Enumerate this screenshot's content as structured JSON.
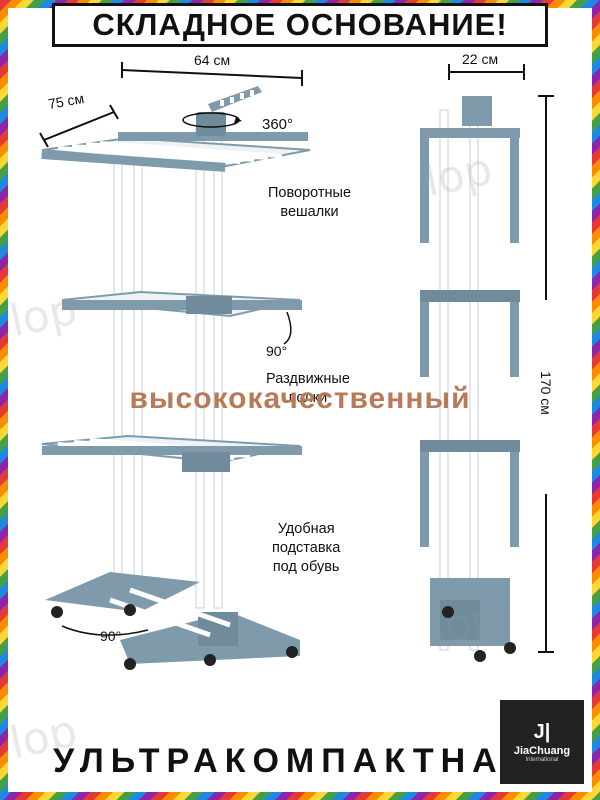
{
  "title": "СКЛАДНОЕ ОСНОВАНИЕ!",
  "bottom_text": "УЛЬТРАКОМПАКТНА",
  "overlay_text": "высококачественный",
  "dimensions": {
    "width": "64 см",
    "depth": "75 см",
    "folded_depth": "22 см",
    "height": "170 см",
    "rotation": "360°",
    "shelf_angle": "90°",
    "base_angle": "90°"
  },
  "labels": {
    "rotating_hangers": [
      "Поворотные",
      "вешалки"
    ],
    "sliding_shelves": [
      "Раздвижные",
      "полки"
    ],
    "shoe_stand": [
      "Удобная",
      "подставка",
      "под обувь"
    ]
  },
  "watermark": "lop",
  "logo": {
    "mark": "J|",
    "name": "JiaChuang",
    "sub": "International"
  },
  "colors": {
    "frame": "#7f9bab",
    "frame_dark": "#5f7b8c",
    "pole": "#ffffff",
    "pole_edge": "#c9d2d8",
    "overlay": "#b87b5a"
  },
  "icons": [
    "rotation-arrow-icon",
    "angle-arc-icon"
  ]
}
